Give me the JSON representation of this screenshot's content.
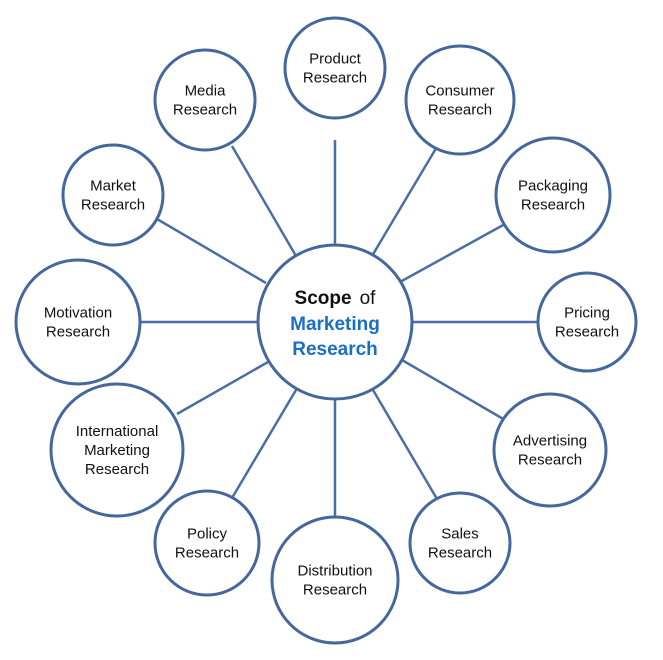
{
  "colors": {
    "line": "#44689e",
    "accent": "#1a6fc4",
    "text": "#111111"
  },
  "center": {
    "scope_word": "Scope",
    "of_word": "of",
    "line2": "Marketing",
    "line3": "Research"
  },
  "nodes": [
    {
      "id": "product",
      "lines": [
        "Product",
        "Research"
      ]
    },
    {
      "id": "consumer",
      "lines": [
        "Consumer",
        "Research"
      ]
    },
    {
      "id": "packaging",
      "lines": [
        "Packaging",
        "Research"
      ]
    },
    {
      "id": "pricing",
      "lines": [
        "Pricing",
        "Research"
      ]
    },
    {
      "id": "advertising",
      "lines": [
        "Advertising",
        "Research"
      ]
    },
    {
      "id": "sales",
      "lines": [
        "Sales",
        "Research"
      ]
    },
    {
      "id": "distribution",
      "lines": [
        "Distribution",
        "Research"
      ]
    },
    {
      "id": "policy",
      "lines": [
        "Policy",
        "Research"
      ]
    },
    {
      "id": "international",
      "lines": [
        "International",
        "Marketing",
        "Research"
      ]
    },
    {
      "id": "motivation",
      "lines": [
        "Motivation",
        "Research"
      ]
    },
    {
      "id": "market",
      "lines": [
        "Market",
        "Research"
      ]
    },
    {
      "id": "media",
      "lines": [
        "Media",
        "Research"
      ]
    }
  ]
}
